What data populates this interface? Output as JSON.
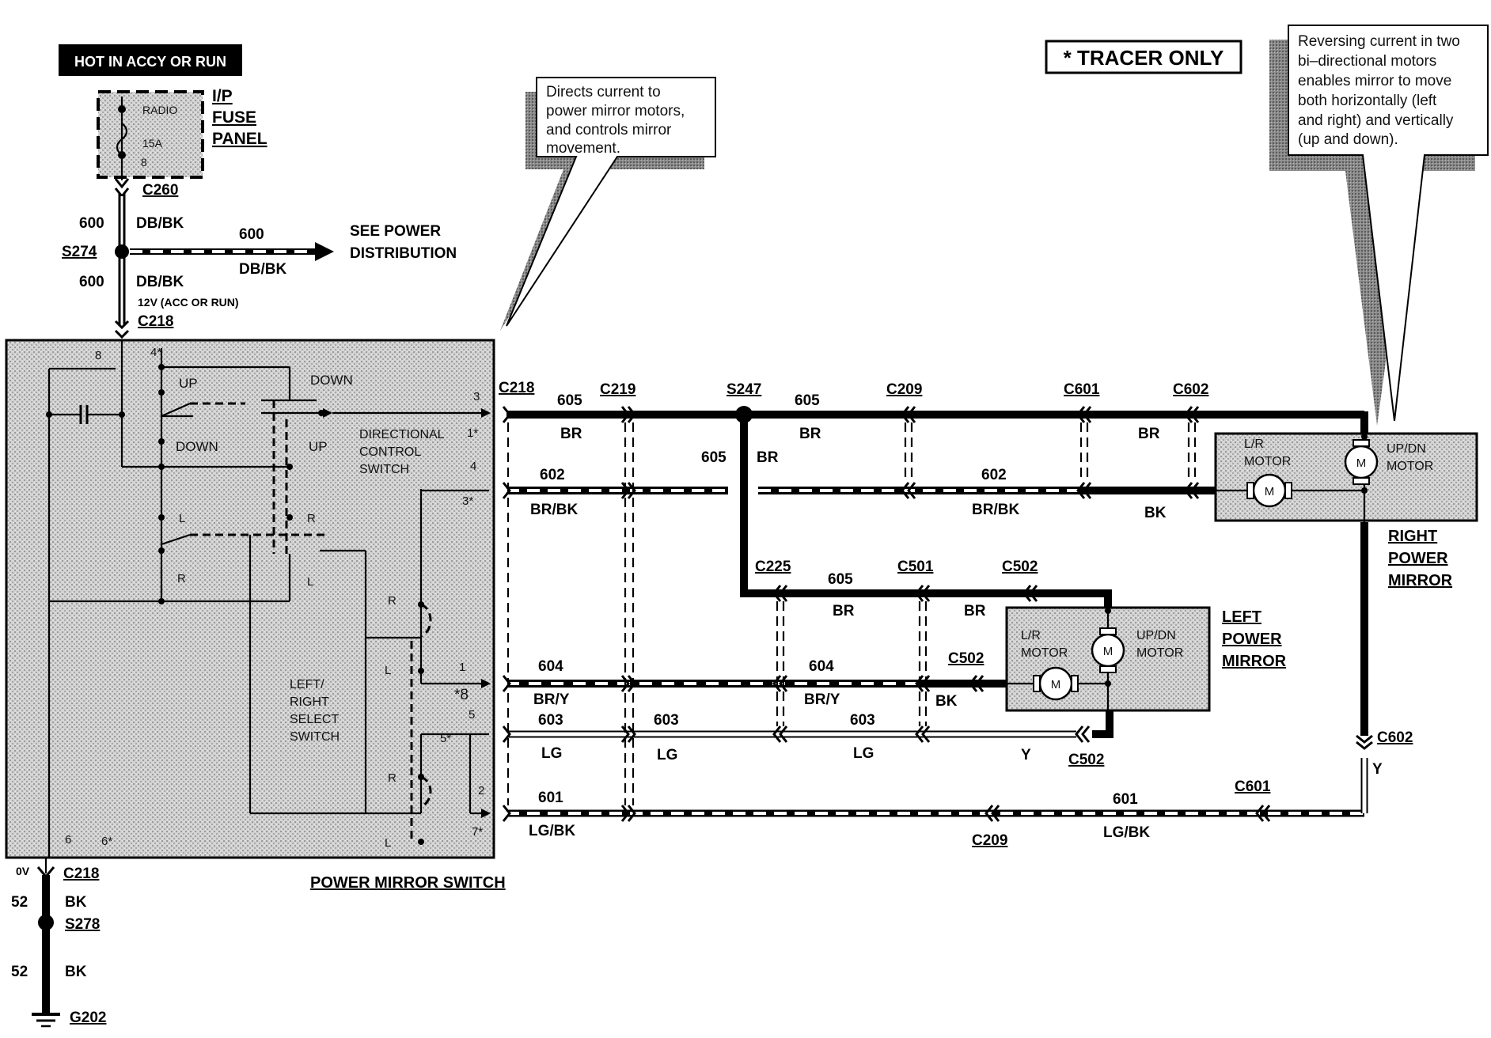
{
  "header_label": "HOT IN ACCY OR RUN",
  "tracer_note": "* TRACER ONLY",
  "fuse_panel": {
    "label_lines": [
      "I/P",
      "FUSE",
      "PANEL"
    ],
    "fuse_name": "RADIO",
    "fuse_rating": "15A",
    "cavity": "8"
  },
  "callout_switch": {
    "lines": [
      "Directs   current   to",
      "power mirror motors,",
      "and  controls  mirror",
      "movement."
    ]
  },
  "callout_motors": {
    "lines": [
      "Reversing current in two",
      "bi–directional    motors",
      "enables mirror to move",
      "both  horizontally  (left",
      "and right) and vertically",
      "(up and down)."
    ]
  },
  "feed": {
    "c260": "C260",
    "circuit": "600",
    "color": "DB/BK",
    "splice": "S274",
    "branch_circuit": "600",
    "branch_color": "DB/BK",
    "see_power": [
      "SEE POWER",
      "DISTRIBUTION"
    ],
    "lower_circuit": "600",
    "lower_color": "DB/BK",
    "voltage": "12V (ACC OR RUN)",
    "c218": "C218"
  },
  "switch": {
    "title": "POWER MIRROR SWITCH",
    "directional": [
      "DIRECTIONAL",
      "CONTROL",
      "SWITCH"
    ],
    "select": [
      "LEFT/",
      "RIGHT",
      "SELECT",
      "SWITCH"
    ],
    "up": "UP",
    "down": "DOWN",
    "l": "L",
    "r": "R",
    "pins": {
      "p8": "8",
      "p4s": "4*",
      "p3": "3",
      "p1s": "1*",
      "p4": "4",
      "p3s": "3*",
      "p1": "1",
      "p8s": "*8",
      "p5": "5",
      "p5s": "5*",
      "p2": "2",
      "p7s": "7*",
      "p6": "6",
      "p6s": "6*"
    }
  },
  "harness": {
    "c218": "C218",
    "c219": "C219",
    "s247": "S247",
    "c209": "C209",
    "c601": "C601",
    "c602": "C602",
    "c225": "C225",
    "c501": "C501",
    "c502": "C502",
    "w605": "605",
    "br": "BR",
    "w602": "602",
    "brbk": "BR/BK",
    "bk": "BK",
    "w604": "604",
    "bry": "BR/Y",
    "w603": "603",
    "lg": "LG",
    "y": "Y",
    "w601": "601",
    "lgbk": "LG/BK"
  },
  "right_mirror": {
    "label": [
      "RIGHT",
      "POWER",
      "MIRROR"
    ],
    "lr": [
      "L/R",
      "MOTOR"
    ],
    "updn": [
      "UP/DN",
      "MOTOR"
    ],
    "m": "M"
  },
  "left_mirror": {
    "label": [
      "LEFT",
      "POWER",
      "MIRROR"
    ],
    "lr": [
      "L/R",
      "MOTOR"
    ],
    "updn": [
      "UP/DN",
      "MOTOR"
    ],
    "m": "M"
  },
  "ground": {
    "voltage": "0V",
    "c218": "C218",
    "circuit": "52",
    "color": "BK",
    "splice": "S278",
    "circuit2": "52",
    "color2": "BK",
    "ground": "G202"
  }
}
